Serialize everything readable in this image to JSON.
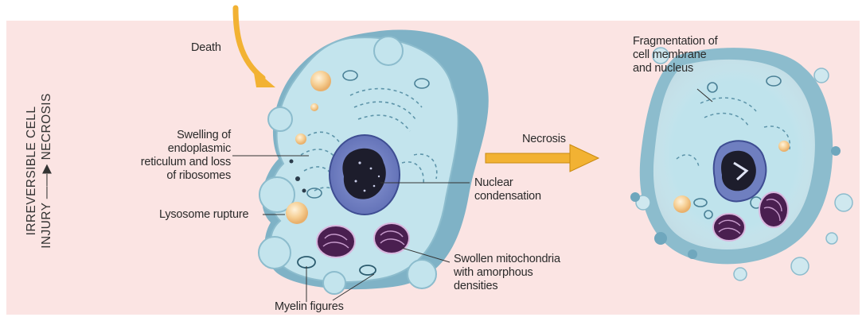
{
  "side_label": {
    "line1": "IRREVERSIBLE CELL",
    "line2": "INJURY ——▶ NECROSIS"
  },
  "labels": {
    "death": "Death",
    "swelling": [
      "Swelling of",
      "endoplasmic",
      "reticulum and loss",
      "of ribosomes"
    ],
    "lysosome": "Lysosome rupture",
    "myelin": "Myelin figures",
    "nuclear": [
      "Nuclear",
      "condensation"
    ],
    "mito": [
      "Swollen mitochondria",
      "with amorphous",
      "densities"
    ],
    "necrosis": "Necrosis",
    "fragmentation": [
      "Fragmentation of",
      "cell membrane",
      "and nucleus"
    ]
  },
  "colors": {
    "background": "#fbe4e3",
    "cytoplasm": "#bfe3ec",
    "membrane_dark": "#6fa7bd",
    "nucleus_outer": "#6f7fc0",
    "nucleus_inner": "#1c1c2c",
    "mitochondria": "#4b1f4f",
    "lysosome": "#f4c98b",
    "arrow": "#f2b233"
  }
}
